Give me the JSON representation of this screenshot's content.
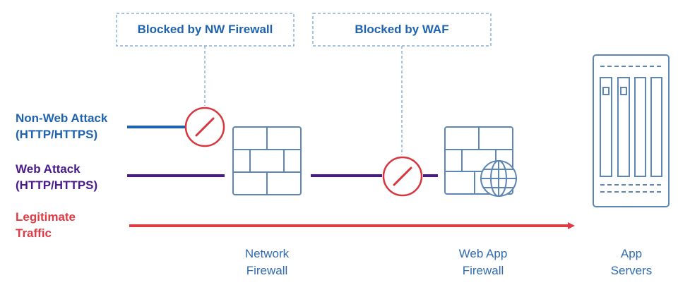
{
  "callouts": {
    "nw_firewall": "Blocked by NW Firewall",
    "waf": "Blocked by WAF"
  },
  "traffic": {
    "non_web": [
      "Non-Web Attack",
      "(HTTP/HTTPS)"
    ],
    "web": [
      "Web Attack",
      "(HTTP/HTTPS)"
    ],
    "legit": [
      "Legitimate",
      "Traffic"
    ]
  },
  "components": {
    "network_firewall": [
      "Network",
      "Firewall"
    ],
    "waf": [
      "Web App",
      "Firewall"
    ],
    "servers": [
      "App",
      "Servers"
    ]
  },
  "colors": {
    "non_web": "#1f62ae",
    "web": "#4a1a8c",
    "legit": "#e03a44",
    "block": "#d8363f",
    "device": "#5e86b4",
    "dashed": "#6f9fcf"
  },
  "icons": [
    "block-icon",
    "brick-wall-icon",
    "globe-icon",
    "server-rack-icon"
  ]
}
